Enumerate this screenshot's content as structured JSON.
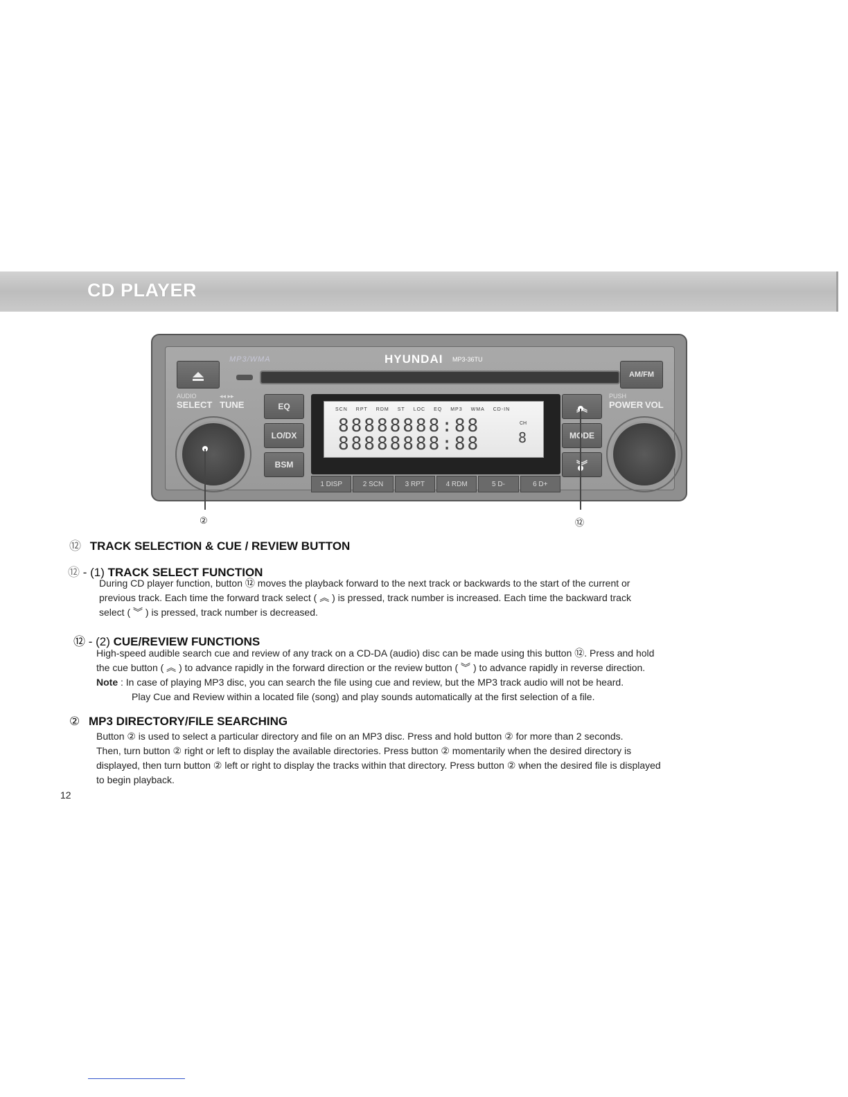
{
  "header": {
    "title": "CD PLAYER"
  },
  "radio": {
    "model_line": "MP3/WMA",
    "brand": "HYUNDAI",
    "brand_model": "MP3-36TU",
    "eject_label": "",
    "amfm_label": "AM/FM",
    "audio_label": "AUDIO",
    "select_label": "SELECT",
    "tune_arrows": "◂◂ ▸▸",
    "tune_label": "TUNE",
    "eq_label": "EQ",
    "lodx_label": "LO/DX",
    "bsm_label": "BSM",
    "push_label": "PUSH",
    "power_label": "POWER",
    "vol_label": "VOL",
    "mode_label": "MODE",
    "up_label": "︽",
    "down_label": "︾",
    "lcd_indicators": [
      "SCN",
      "RPT",
      "RDM",
      "ST",
      "LOC",
      "EQ",
      "MP3",
      "WMA",
      "CD-IN"
    ],
    "lcd_row1": "88888888:88",
    "lcd_row2": "88888888:88",
    "lcd_ch": "CH",
    "lcd_ch_digit": "8",
    "presets": [
      "1 DISP",
      "2 SCN",
      "3 RPT",
      "4 RDM",
      "5 D-",
      "6 D+"
    ]
  },
  "callouts": {
    "left": "②",
    "right": "⑫"
  },
  "sections": {
    "track_heading": {
      "num": "⑫",
      "text": "TRACK SELECTION & CUE / REVIEW BUTTON"
    },
    "track_select": {
      "num": "⑫",
      "prefix": "- (1) ",
      "title": "TRACK SELECT FUNCTION",
      "lines": [
        "During CD player function, button ⑫ moves the playback forward to the next track or backwards to the start of the current or",
        "previous track. Each time the forward track select ( ︽ ) is pressed, track number is increased. Each time the backward track",
        "select ( ︾ ) is pressed, track number is decreased."
      ]
    },
    "cue_review": {
      "num": "⑫",
      "prefix": "- (2) ",
      "title": "CUE/REVIEW FUNCTIONS",
      "lines": [
        "High-speed audible search cue and review of any track on a CD-DA (audio) disc can be made using this button ⑫. Press and hold",
        "the cue button ( ︽ ) to advance rapidly in the forward direction or the review button ( ︾ ) to advance rapidly in reverse direction."
      ],
      "note_label": "Note",
      "note_line1": " : In case of playing MP3 disc, you can search the file using cue and review, but the MP3 track audio will not be heard.",
      "note_line2": "Play Cue and Review within a located file (song) and play sounds automatically at the first selection of a file."
    },
    "mp3_dir": {
      "num": "②",
      "title": "MP3 DIRECTORY/FILE SEARCHING",
      "lines": [
        "Button ② is used to select a particular directory and file on an MP3 disc. Press and hold button ② for more than 2 seconds.",
        "Then, turn button ② right or left to display the available directories. Press button ② momentarily when the desired directory is",
        "displayed, then turn button ② left or right to display the tracks within that directory. Press button ② when the desired file is displayed",
        "to begin playback."
      ]
    }
  },
  "page_number": "12"
}
